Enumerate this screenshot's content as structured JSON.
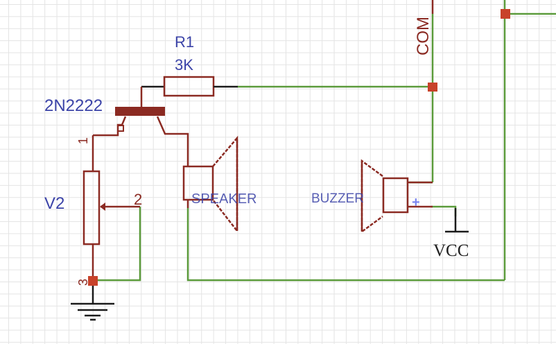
{
  "schematic": {
    "title": "Transistor buzzer / speaker circuit",
    "components": {
      "r1": {
        "ref": "R1",
        "value": "3K"
      },
      "q1": {
        "ref": "2N2222"
      },
      "v2": {
        "ref": "V2",
        "pin1": "1",
        "pin2": "2",
        "pin3": "3"
      },
      "speaker": {
        "ref": "SPEAKER"
      },
      "buzzer": {
        "ref": "BUZZER",
        "polarity": "+"
      },
      "relay": {
        "pin_label": "COM"
      },
      "power": {
        "label": "VCC"
      },
      "ground": {
        "label": ""
      }
    },
    "colors": {
      "wire": "#5a9a3a",
      "component": "#8b2a22",
      "junction": "#c8422a",
      "label": "#3c44a8",
      "grid": "#e4e4e4"
    }
  }
}
